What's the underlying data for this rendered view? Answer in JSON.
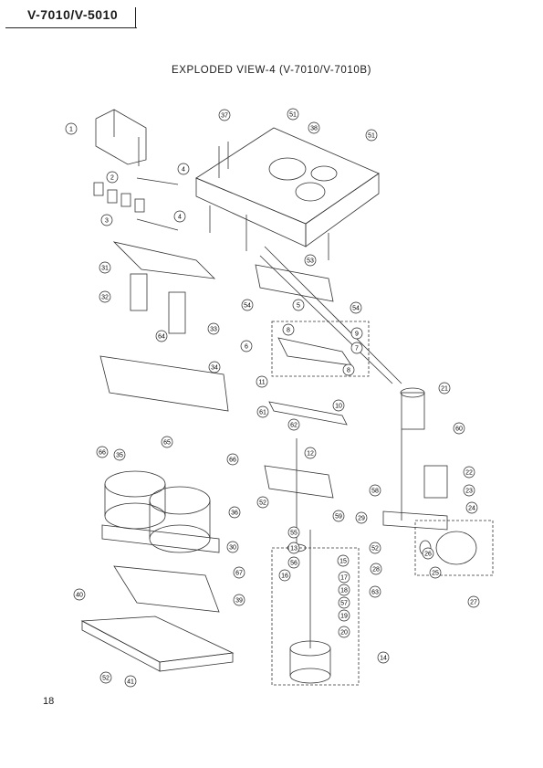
{
  "header": {
    "model": "V-7010/V-5010"
  },
  "title": "EXPLODED VIEW-4 (V-7010/V-7010B)",
  "page_number": "18",
  "callouts": [
    "1",
    "2",
    "3",
    "4",
    "4",
    "31",
    "32",
    "33",
    "34",
    "64",
    "66",
    "35",
    "65",
    "66",
    "36",
    "30",
    "67",
    "40",
    "39",
    "41",
    "52",
    "37",
    "51",
    "38",
    "51",
    "53",
    "54",
    "5",
    "54",
    "6",
    "8",
    "9",
    "7",
    "8",
    "11",
    "10",
    "61",
    "62",
    "12",
    "52",
    "59",
    "55",
    "13",
    "56",
    "15",
    "16",
    "17",
    "18",
    "57",
    "19",
    "20",
    "14",
    "21",
    "60",
    "22",
    "23",
    "58",
    "29",
    "24",
    "52",
    "26",
    "25",
    "28",
    "27",
    "63"
  ]
}
